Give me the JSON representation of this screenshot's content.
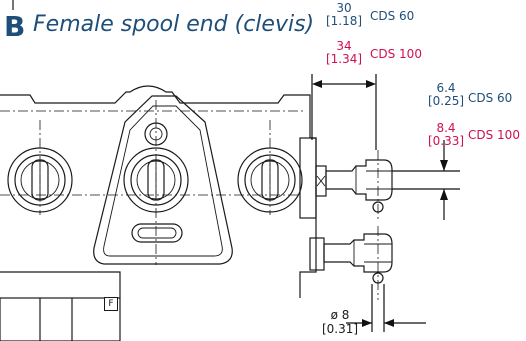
{
  "title": {
    "letter": "B",
    "text": "Female spool end (clevis)"
  },
  "dimensions": {
    "length": {
      "cds60_value": "30",
      "cds60_inch": "[1.18]",
      "cds60_label": "CDS 60",
      "cds100_value": "34",
      "cds100_inch": "[1.34]",
      "cds100_label": "CDS 100"
    },
    "slot": {
      "cds60_value": "6.4",
      "cds60_inch": "[0.25]",
      "cds60_label": "CDS 60",
      "cds100_value": "8.4",
      "cds100_inch": "[0.33]",
      "cds100_label": "CDS 100"
    },
    "pin": {
      "value": "ø 8",
      "inch": "[0.31]"
    }
  },
  "drawing": {
    "port_marker": "F"
  },
  "colors": {
    "cds60": "#1f4e79",
    "cds100": "#d0104c",
    "title": "#1f4e79",
    "line": "#1a1a1a"
  }
}
